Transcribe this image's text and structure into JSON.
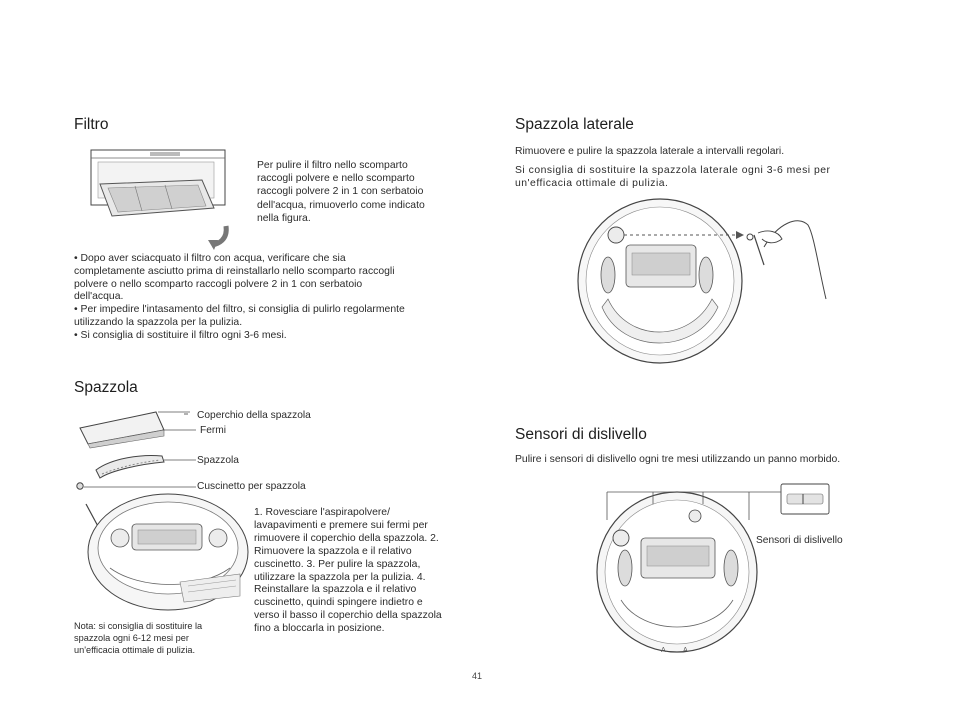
{
  "page_number": "41",
  "filtro": {
    "title": "Filtro",
    "caption": "Per pulire il filtro nello scomparto raccogli polvere e nello scomparto raccogli polvere 2 in 1 con serbatoio dell'acqua, rimuoverlo come indicato nella figura.",
    "bullets": [
      "• Dopo aver sciacquato il filtro con acqua, verificare che sia completamente asciutto prima di reinstallarlo nello scomparto raccogli polvere o nello scomparto raccogli polvere 2 in 1 con serbatoio dell'acqua.",
      "• Per impedire l'intasamento del filtro, si consiglia di pulirlo regolarmente utilizzando la spazzola per la pulizia.",
      "• Si consiglia di sostituire il filtro ogni 3-6 mesi."
    ]
  },
  "spazzola": {
    "title": "Spazzola",
    "labels": {
      "cover": "Coperchio della spazzola",
      "latches": "Fermi",
      "brush": "Spazzola",
      "bearing": "Cuscinetto per spazzola"
    },
    "steps": "1. Rovesciare l'aspirapolvere/ lavapavimenti e premere sui fermi per rimuovere il coperchio della spazzola. 2. Rimuovere la spazzola e il relativo cuscinetto. 3. Per pulire la spazzola, utilizzare la spazzola per la pulizia. 4. Reinstallare la spazzola e il relativo cuscinetto, quindi spingere indietro e verso il basso il coperchio della spazzola fino a bloccarla in posizione.",
    "note": "Nota: si consiglia di sostituire la spazzola ogni 6-12 mesi per un'efficacia ottimale di pulizia."
  },
  "spazzola_laterale": {
    "title": "Spazzola laterale",
    "line1": "Rimuovere e pulire la spazzola laterale a intervalli regolari.",
    "line2": "Si consiglia di sostituire la spazzola laterale ogni 3-6 mesi per un'efficacia ottimale di pulizia."
  },
  "sensori": {
    "title": "Sensori di dislivello",
    "text": "Pulire i sensori di dislivello ogni tre mesi utilizzando un panno morbido.",
    "label": "Sensori di dislivello"
  }
}
